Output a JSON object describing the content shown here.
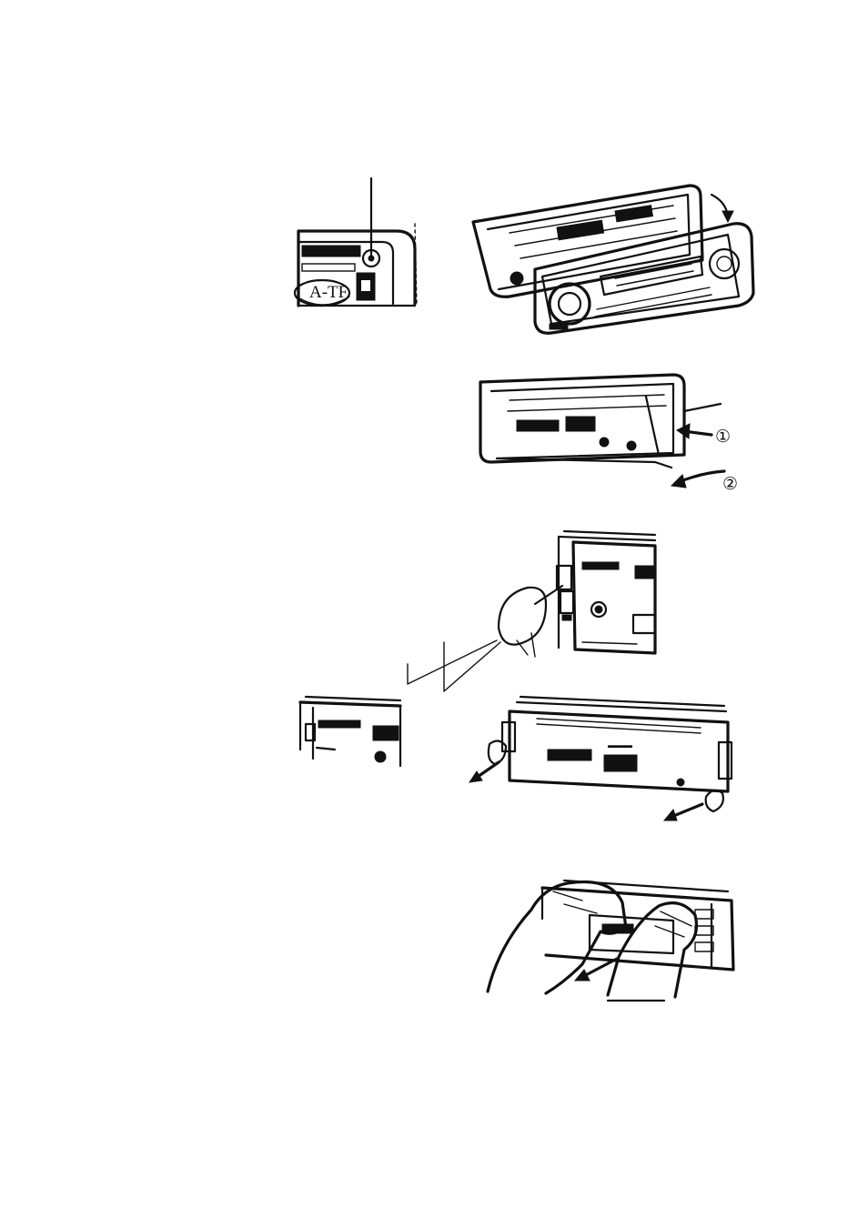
{
  "figures": {
    "fig_release_button": {
      "panel_text": "A-TF"
    },
    "fig_unlatch_panel": {
      "step_1_label": "①",
      "step_2_label": "②"
    }
  }
}
